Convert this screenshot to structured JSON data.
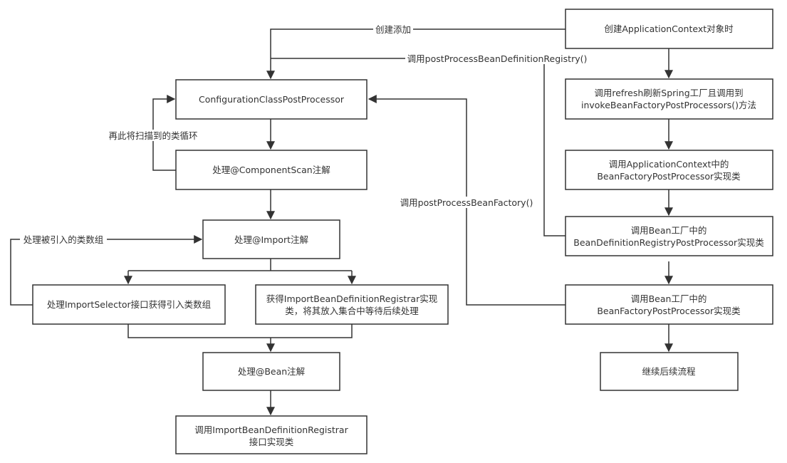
{
  "nodes": {
    "create_context": "创建ApplicationContext对象时",
    "refresh": [
      "调用refresh刷新Spring工厂且调用到",
      "invokeBeanFactoryPostProcessors()方法"
    ],
    "invoke_context_pp": [
      "调用ApplicationContext中的",
      "BeanFactoryPostProcessor实现类"
    ],
    "invoke_registry_pp": [
      "调用Bean工厂中的",
      "BeanDefinitionRegistryPostProcessor实现类"
    ],
    "invoke_factory_pp": [
      "调用Bean工厂中的",
      "BeanFactoryPostProcessor实现类"
    ],
    "continue_flow": "继续后续流程",
    "config_class_pp": "ConfigurationClassPostProcessor",
    "component_scan": "处理@ComponentScan注解",
    "import_anno": "处理@Import注解",
    "import_selector": "处理ImportSelector接口获得引入类数组",
    "import_registrar": [
      "获得ImportBeanDefinitionRegistrar实现",
      "类，将其放入集合中等待后续处理"
    ],
    "bean_anno": "处理@Bean注解",
    "invoke_registrar": [
      "调用ImportBeanDefinitionRegistrar",
      "接口实现类"
    ]
  },
  "edge_labels": {
    "create_add": "创建添加",
    "call_registry": "调用postProcessBeanDefinitionRegistry()",
    "call_factory": "调用postProcessBeanFactory()",
    "loop_scan": "再此将扫描到的类循环",
    "loop_import": "处理被引入的类数组"
  }
}
